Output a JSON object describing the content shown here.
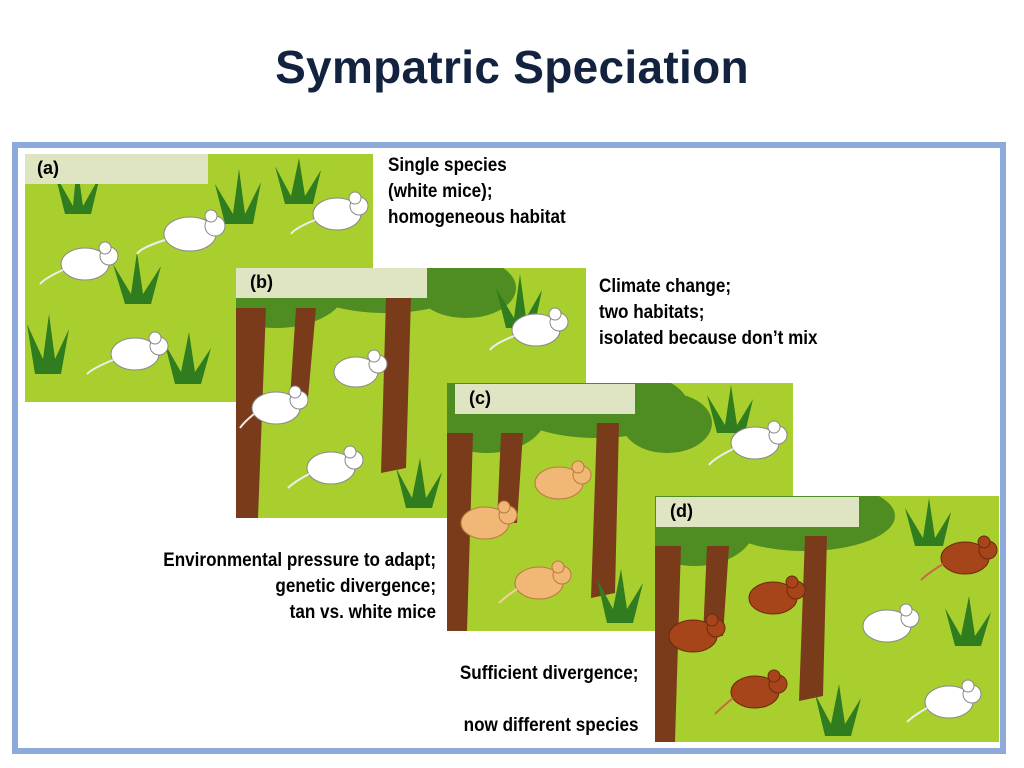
{
  "title": "Sympatric Speciation",
  "colors": {
    "title": "#12223f",
    "frame_border": "#8eaadb",
    "grass": "#a9cf2e",
    "white_mouse": "#ffffff",
    "tan_mouse": "#f0b776",
    "brown_mouse": "#a6441a",
    "tree_trunk": "#7a3b1a",
    "foliage": "#4f8c22",
    "label_box": "#dfe4c2"
  },
  "panels": [
    {
      "label": "(a)",
      "caption": [
        "Single species",
        "(white mice);",
        "homogeneous habitat"
      ]
    },
    {
      "label": "(b)",
      "caption": [
        "Climate change;",
        "two habitats;",
        "isolated because don’t mix"
      ]
    },
    {
      "label": "(c)",
      "caption": [
        "Environmental pressure to adapt;",
        "genetic divergence;",
        "tan vs. white mice"
      ]
    },
    {
      "label": "(d)",
      "caption": [
        "Sufficient divergence;",
        "",
        "now different species"
      ]
    }
  ]
}
